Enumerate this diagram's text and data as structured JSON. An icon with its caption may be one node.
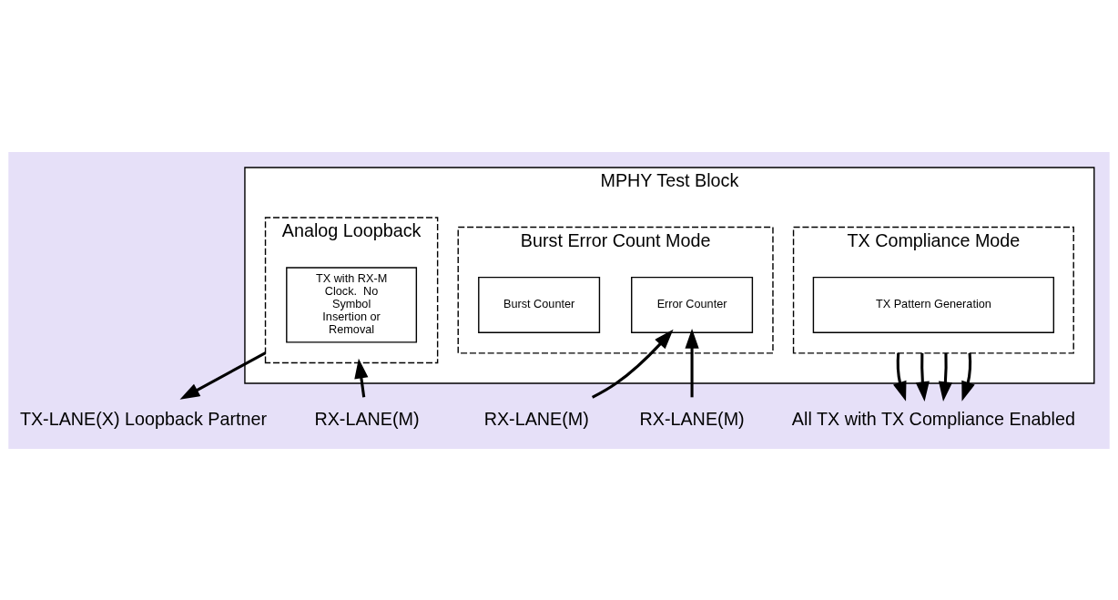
{
  "diagram": {
    "nodes": [
      {
        "text": [
          "MPHY Test Block"
        ]
      },
      {
        "text": [
          "Analog Loopback"
        ],
        "in": 0
      },
      {
        "text": [
          "TX with RX-M Clock.  No Symbol Insertion or Removal"
        ],
        "in": 1
      },
      {
        "text": [
          "Burst Error Count Mode"
        ],
        "in": 0
      },
      {
        "text": [
          "Error Counter"
        ],
        "in": 3
      },
      {
        "text": [
          "Burst Counter"
        ],
        "in": 3
      },
      {
        "text": [
          "TX Compliance Mode"
        ],
        "in": 0
      },
      {
        "text": [
          "TX Pattern Generation"
        ],
        "in": 6
      },
      {
        "text": [
          "TX-LANE(X) Loopback Partner"
        ]
      },
      {
        "text": [
          "RX-LANE(M)"
        ]
      },
      {
        "text": [
          "RX-LANE(M)"
        ]
      },
      {
        "text": [
          "RX-LANE(M)"
        ]
      },
      {
        "text": [
          "All TX with TX Compliance Enabled"
        ]
      }
    ],
    "edges": [
      {
        "from": 1,
        "to": 8,
        "arrow": "to"
      },
      {
        "from": 9,
        "to": 1,
        "arrow": "to"
      },
      {
        "from": 10,
        "to": 4,
        "arrow": "to"
      },
      {
        "from": 11,
        "to": 4,
        "arrow": "to"
      },
      {
        "from": 6,
        "to": 12,
        "arrow": "to"
      },
      {
        "from": 6,
        "to": 12,
        "arrow": "to"
      },
      {
        "from": 6,
        "to": 12,
        "arrow": "to"
      },
      {
        "from": 6,
        "to": 12,
        "arrow": "to"
      }
    ]
  }
}
